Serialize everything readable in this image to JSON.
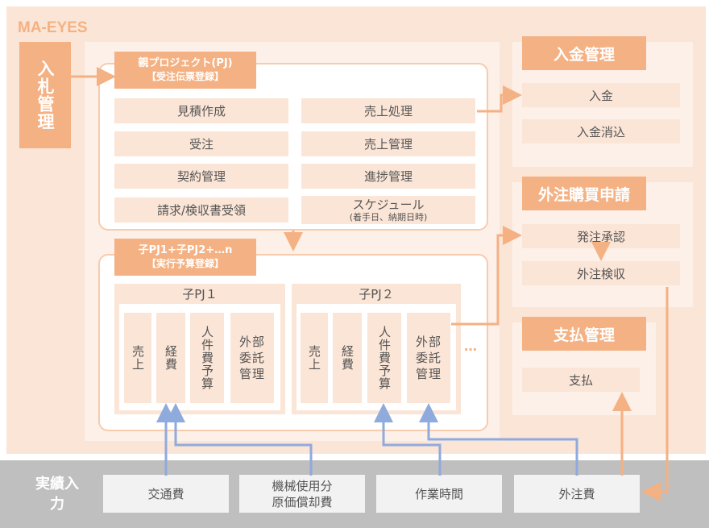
{
  "brand": "MA-EYES",
  "nyusatsu": "入札管理",
  "parent": {
    "title": "親プロジェクト(PJ)",
    "subtitle": "【受注伝票登録】",
    "items": [
      "見積作成",
      "受注",
      "契約管理",
      "請求/検収書受領",
      "売上処理",
      "売上管理",
      "進捗管理",
      "スケジュール"
    ],
    "schedule_note": "(着手日、納期日時)"
  },
  "child": {
    "title": "子PJ1+子PJ2+…n",
    "subtitle": "【実行予算登録】",
    "pj1": {
      "name": "子PJ１",
      "cols": [
        "売上",
        "経費",
        "人件費予算",
        "外部委託管理"
      ]
    },
    "pj2": {
      "name": "子PJ２",
      "cols": [
        "売上",
        "経費",
        "人件費予算",
        "外部委託管理"
      ]
    },
    "more": "…"
  },
  "payment_receipt": {
    "title": "入金管理",
    "items": [
      "入金",
      "入金消込"
    ]
  },
  "outsourcing": {
    "title": "外注購買申請",
    "items": [
      "発注承認",
      "外注検収"
    ]
  },
  "payment": {
    "title": "支払管理",
    "items": [
      "支払"
    ]
  },
  "actuals": {
    "label": "実績入力",
    "items": [
      "交通費",
      "機械使用分",
      "原価償却費",
      "作業時間",
      "外注費"
    ]
  },
  "colors": {
    "accent": "#f4b183",
    "light": "#fbe5d6",
    "blue": "#8faadc"
  }
}
